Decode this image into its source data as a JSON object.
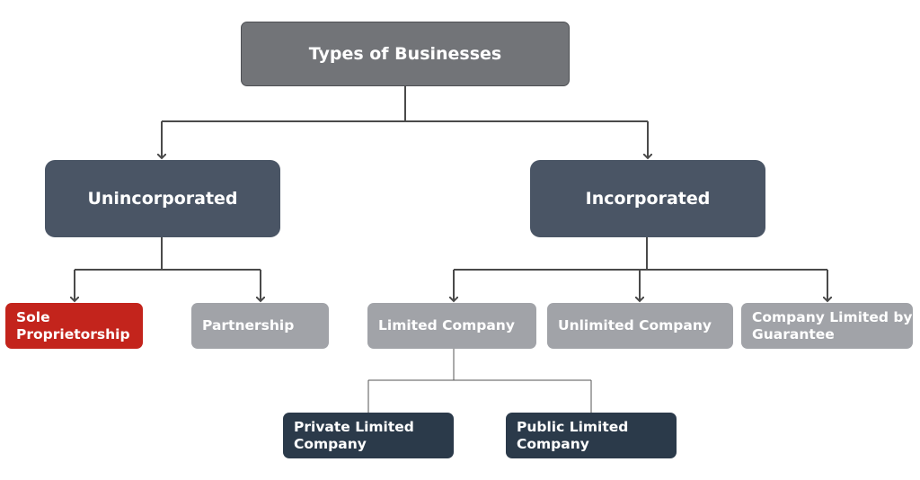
{
  "diagram": {
    "root": "Types of Businesses",
    "level1": {
      "unincorporated": "Unincorporated",
      "incorporated": "Incorporated"
    },
    "unincorporated_children": {
      "sole": "Sole Proprietorship",
      "partnership": "Partnership"
    },
    "incorporated_children": {
      "limited": "Limited Company",
      "unlimited": "Unlimited Company",
      "guarantee": "Company Limited by Guarantee"
    },
    "limited_children": {
      "private": "Private Limited Company",
      "public": "Public Limited Company"
    },
    "colors": {
      "root": "#727478",
      "level1": "#4a5565",
      "leaf": "#a1a3a8",
      "highlight": "#c3241c",
      "sub": "#2b3a4a",
      "connector": "#4a4a4a"
    }
  }
}
